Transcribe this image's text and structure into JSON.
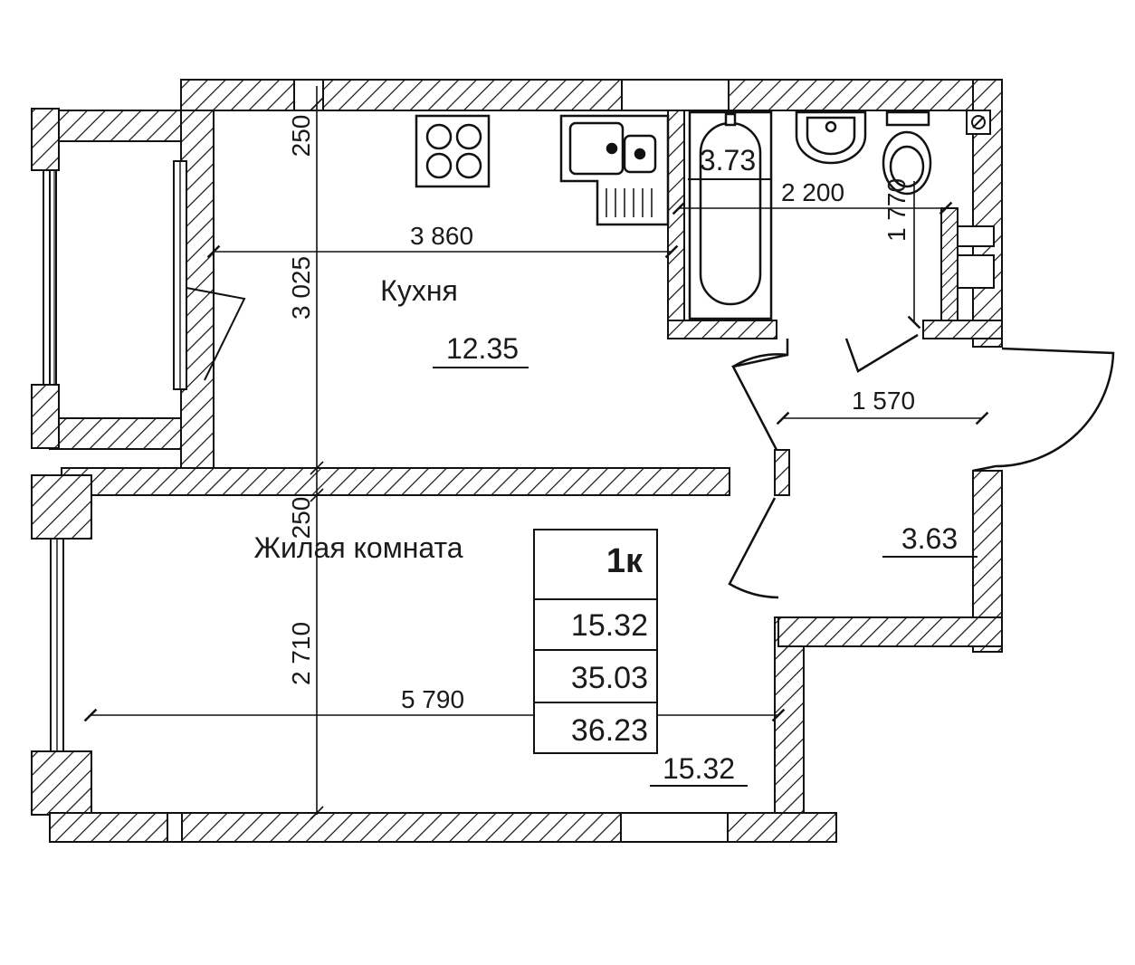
{
  "plan": {
    "rooms": {
      "kitchen": {
        "name": "Кухня",
        "area": "12.35"
      },
      "living": {
        "name": "Жилая комната",
        "area": "15.32"
      },
      "bathroom": {
        "area": "3.73"
      },
      "hall": {
        "area": "3.63"
      }
    },
    "dimensions": {
      "kitchen_width": "3 860",
      "kitchen_depth": "3 025",
      "wall_top": "250",
      "wall_mid": "250",
      "living_depth": "2 710",
      "living_width": "5 790",
      "bath_width": "2 200",
      "bath_depth": "1 770",
      "hall_width": "1 570"
    },
    "summary": {
      "type": "1к",
      "living_area": "15.32",
      "total_area": "35.03",
      "total_with_balcony": "36.23"
    }
  }
}
